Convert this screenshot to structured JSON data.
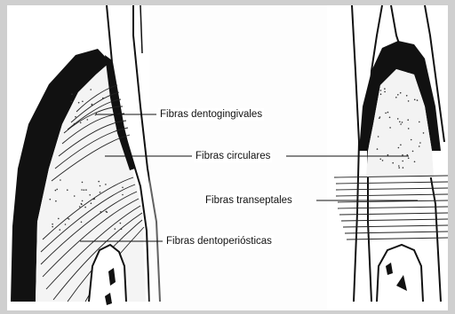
{
  "labels": {
    "dentogingival": "Fibras dentogingivales",
    "circular": "Fibras circulares",
    "transseptal": "Fibras transeptales",
    "dentoperiosteal": "Fibras dentoperiósticas"
  },
  "colors": {
    "ink": "#111111",
    "paper": "#ffffff",
    "shade": "#e6e6e6"
  }
}
